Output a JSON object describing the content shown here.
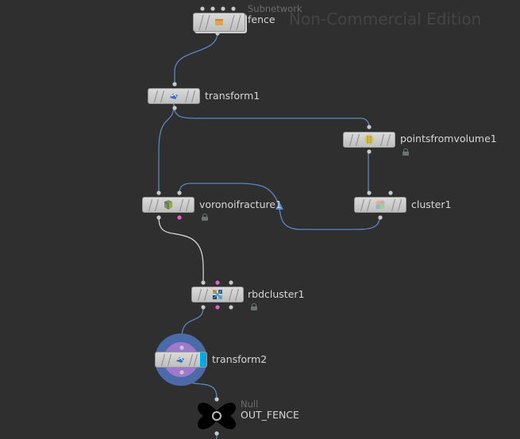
{
  "watermark": "Non-Commercial Edition",
  "colors": {
    "background": "#2f2f2f",
    "wire": "#5b86c2",
    "wire_selected": "#d0d0d0",
    "port": "#c8c8c8",
    "port_pink": "#e060d0",
    "display_flag": "#00a8e8",
    "highlight_outer": "#4a6ba8",
    "highlight_inner": "#9e78cc"
  },
  "nodes": [
    {
      "id": "fence",
      "name": "fence",
      "type_label": "Subnetwork",
      "icon": "subnet-box-icon",
      "locked": false
    },
    {
      "id": "transform1",
      "name": "transform1",
      "type_label": "",
      "icon": "transform-icon",
      "locked": false
    },
    {
      "id": "pointsfromvolume1",
      "name": "pointsfromvolume1",
      "type_label": "",
      "icon": "points-from-volume-icon",
      "locked": true
    },
    {
      "id": "voronoifracture1",
      "name": "voronoifracture1",
      "type_label": "",
      "icon": "voronoi-fracture-icon",
      "locked": true
    },
    {
      "id": "cluster1",
      "name": "cluster1",
      "type_label": "",
      "icon": "cluster-icon",
      "locked": false
    },
    {
      "id": "rbdcluster1",
      "name": "rbdcluster1",
      "type_label": "",
      "icon": "rbd-cluster-icon",
      "locked": true
    },
    {
      "id": "transform2",
      "name": "transform2",
      "type_label": "",
      "icon": "transform-icon",
      "locked": false,
      "display_flag": true,
      "current": true
    },
    {
      "id": "out_fence",
      "name": "OUT_FENCE",
      "type_label": "Null",
      "icon": "null-icon",
      "locked": false
    }
  ],
  "connections": [
    {
      "from": "fence",
      "to": "transform1"
    },
    {
      "from": "transform1",
      "to": "voronoifracture1"
    },
    {
      "from": "transform1",
      "to": "pointsfromvolume1"
    },
    {
      "from": "pointsfromvolume1",
      "to": "cluster1"
    },
    {
      "from": "cluster1",
      "to": "voronoifracture1",
      "input": 2
    },
    {
      "from": "voronoifracture1",
      "to": "rbdcluster1"
    },
    {
      "from": "rbdcluster1",
      "to": "transform2"
    },
    {
      "from": "transform2",
      "to": "out_fence"
    }
  ]
}
